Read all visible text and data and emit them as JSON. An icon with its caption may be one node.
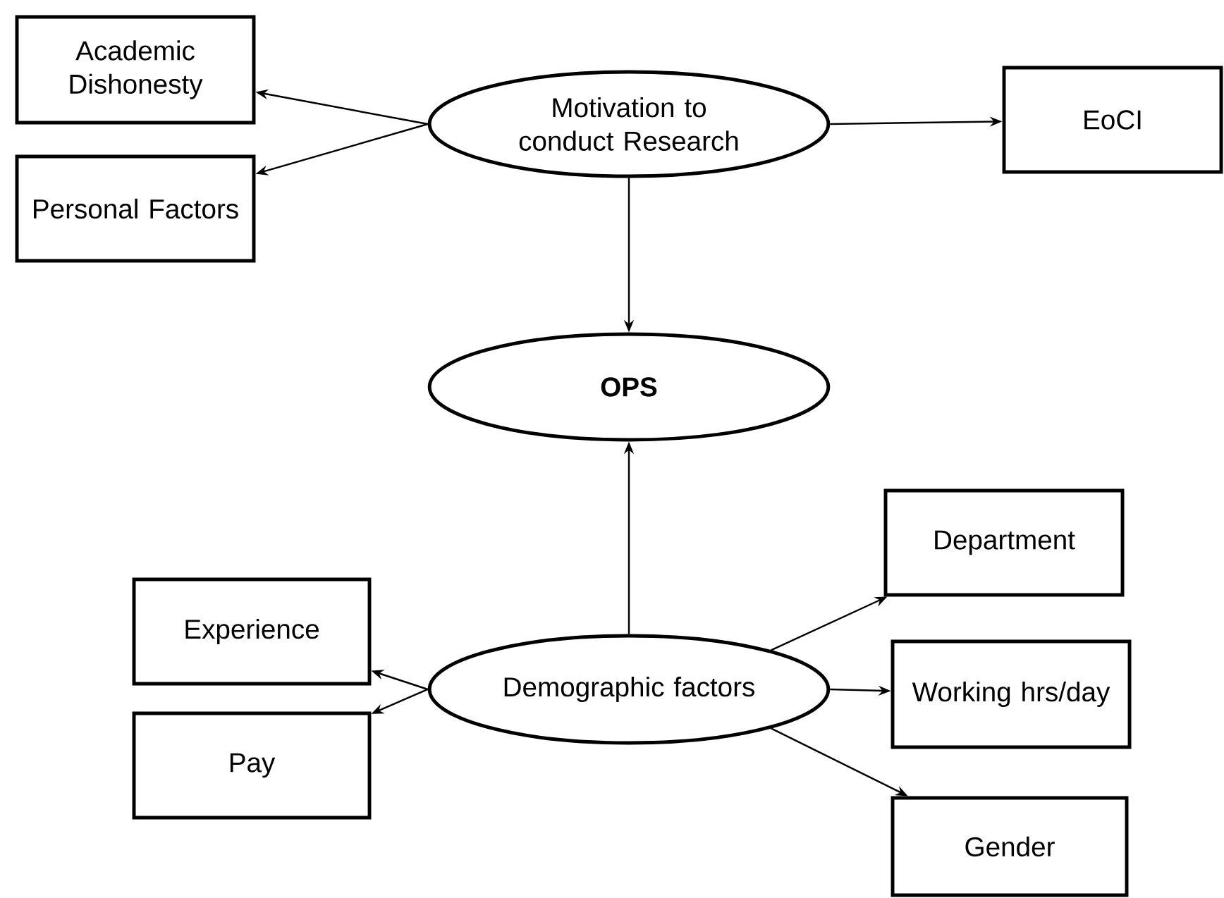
{
  "diagram": {
    "nodes": [
      {
        "text": [
          "Academic Dishonesty"
        ]
      },
      {
        "text": [
          "Motivation to conduct Research"
        ]
      },
      {
        "text": [
          "EoCI"
        ]
      },
      {
        "text": [
          "Personal Factors"
        ]
      },
      {
        "text": [
          "OPS"
        ]
      },
      {
        "text": [
          "Department"
        ]
      },
      {
        "text": [
          "Experience"
        ]
      },
      {
        "text": [
          "Demographic factors"
        ]
      },
      {
        "text": [
          "Working hrs/day"
        ]
      },
      {
        "text": [
          "Pay"
        ]
      },
      {
        "text": [
          "Gender"
        ]
      }
    ],
    "edges": [
      {
        "from": 1,
        "to": 0,
        "arrow": "to"
      },
      {
        "from": 1,
        "to": 3,
        "arrow": "to"
      },
      {
        "from": 1,
        "to": 2,
        "arrow": "to"
      },
      {
        "from": 1,
        "to": 4,
        "arrow": "to"
      },
      {
        "from": 7,
        "to": 4,
        "arrow": "to"
      },
      {
        "from": 7,
        "to": 6,
        "arrow": "to"
      },
      {
        "from": 7,
        "to": 9,
        "arrow": "to"
      },
      {
        "from": 7,
        "to": 5,
        "arrow": "to"
      },
      {
        "from": 7,
        "to": 8,
        "arrow": "to"
      },
      {
        "from": 7,
        "to": 10,
        "arrow": "to"
      }
    ]
  }
}
